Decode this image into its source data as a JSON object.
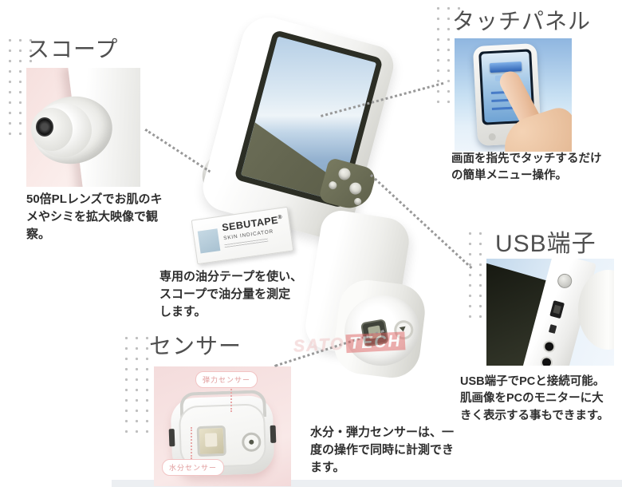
{
  "scope": {
    "title": "スコープ",
    "caption": "50倍PLレンズでお肌のキ\nメやシミを拡大映像で観\n察。"
  },
  "touch_panel": {
    "title": "タッチパネル",
    "caption": "画面を指先でタッチするだけ\nの簡単メニュー操作。"
  },
  "usb": {
    "title": "USB端子",
    "caption": "USB端子でPCと接続可能。\n肌画像をPCのモニターに大\nきく表示する事もできます。"
  },
  "sensor": {
    "title": "センサー",
    "caption": "水分・弾力センサーは、一\n度の操作で同時に計測でき\nます。",
    "label_elasticity": "弾力センサー",
    "label_moisture": "水分センサー"
  },
  "sebutape": {
    "brand": "SEBUTAPE",
    "reg": "®",
    "subtitle": "SKIN INDICATOR",
    "caption": "専用の油分テープを使い、\nスコープで油分量を測定\nします。"
  },
  "watermark": {
    "sato": "SATO",
    "tech": "TECH"
  },
  "colors": {
    "scope_bg_pink": "#f8e6e4",
    "sensor_bg_pink": "#f5dcdc",
    "touch_bg_blue": "#a9c8e8",
    "usb_bg_blue": "#cfe0ef",
    "title_gray": "#4f4f4f",
    "pill_label_pink": "#e09a9a",
    "watermark_red": "#e06565",
    "dot_gray": "#bfbfbf"
  }
}
